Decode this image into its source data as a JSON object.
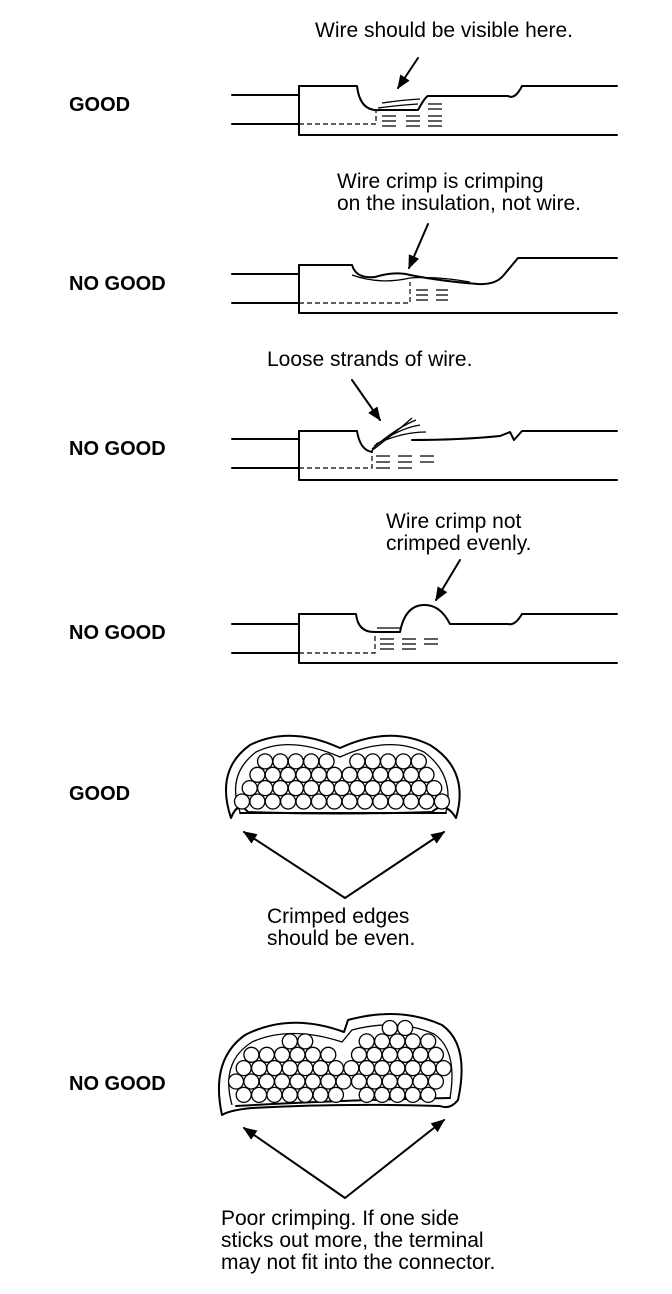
{
  "rows": [
    {
      "status": "GOOD",
      "note": "Wire should be visible here."
    },
    {
      "status": "NO GOOD",
      "note": "Wire crimp is crimping\non the insulation, not wire."
    },
    {
      "status": "NO GOOD",
      "note": "Loose strands of wire."
    },
    {
      "status": "NO GOOD",
      "note": "Wire crimp not\ncrimped evenly."
    },
    {
      "status": "GOOD",
      "note": "Crimped edges\nshould be even."
    },
    {
      "status": "NO GOOD",
      "note": "Poor crimping. If one side\nsticks out more, the terminal\nmay not fit into the connector."
    }
  ]
}
